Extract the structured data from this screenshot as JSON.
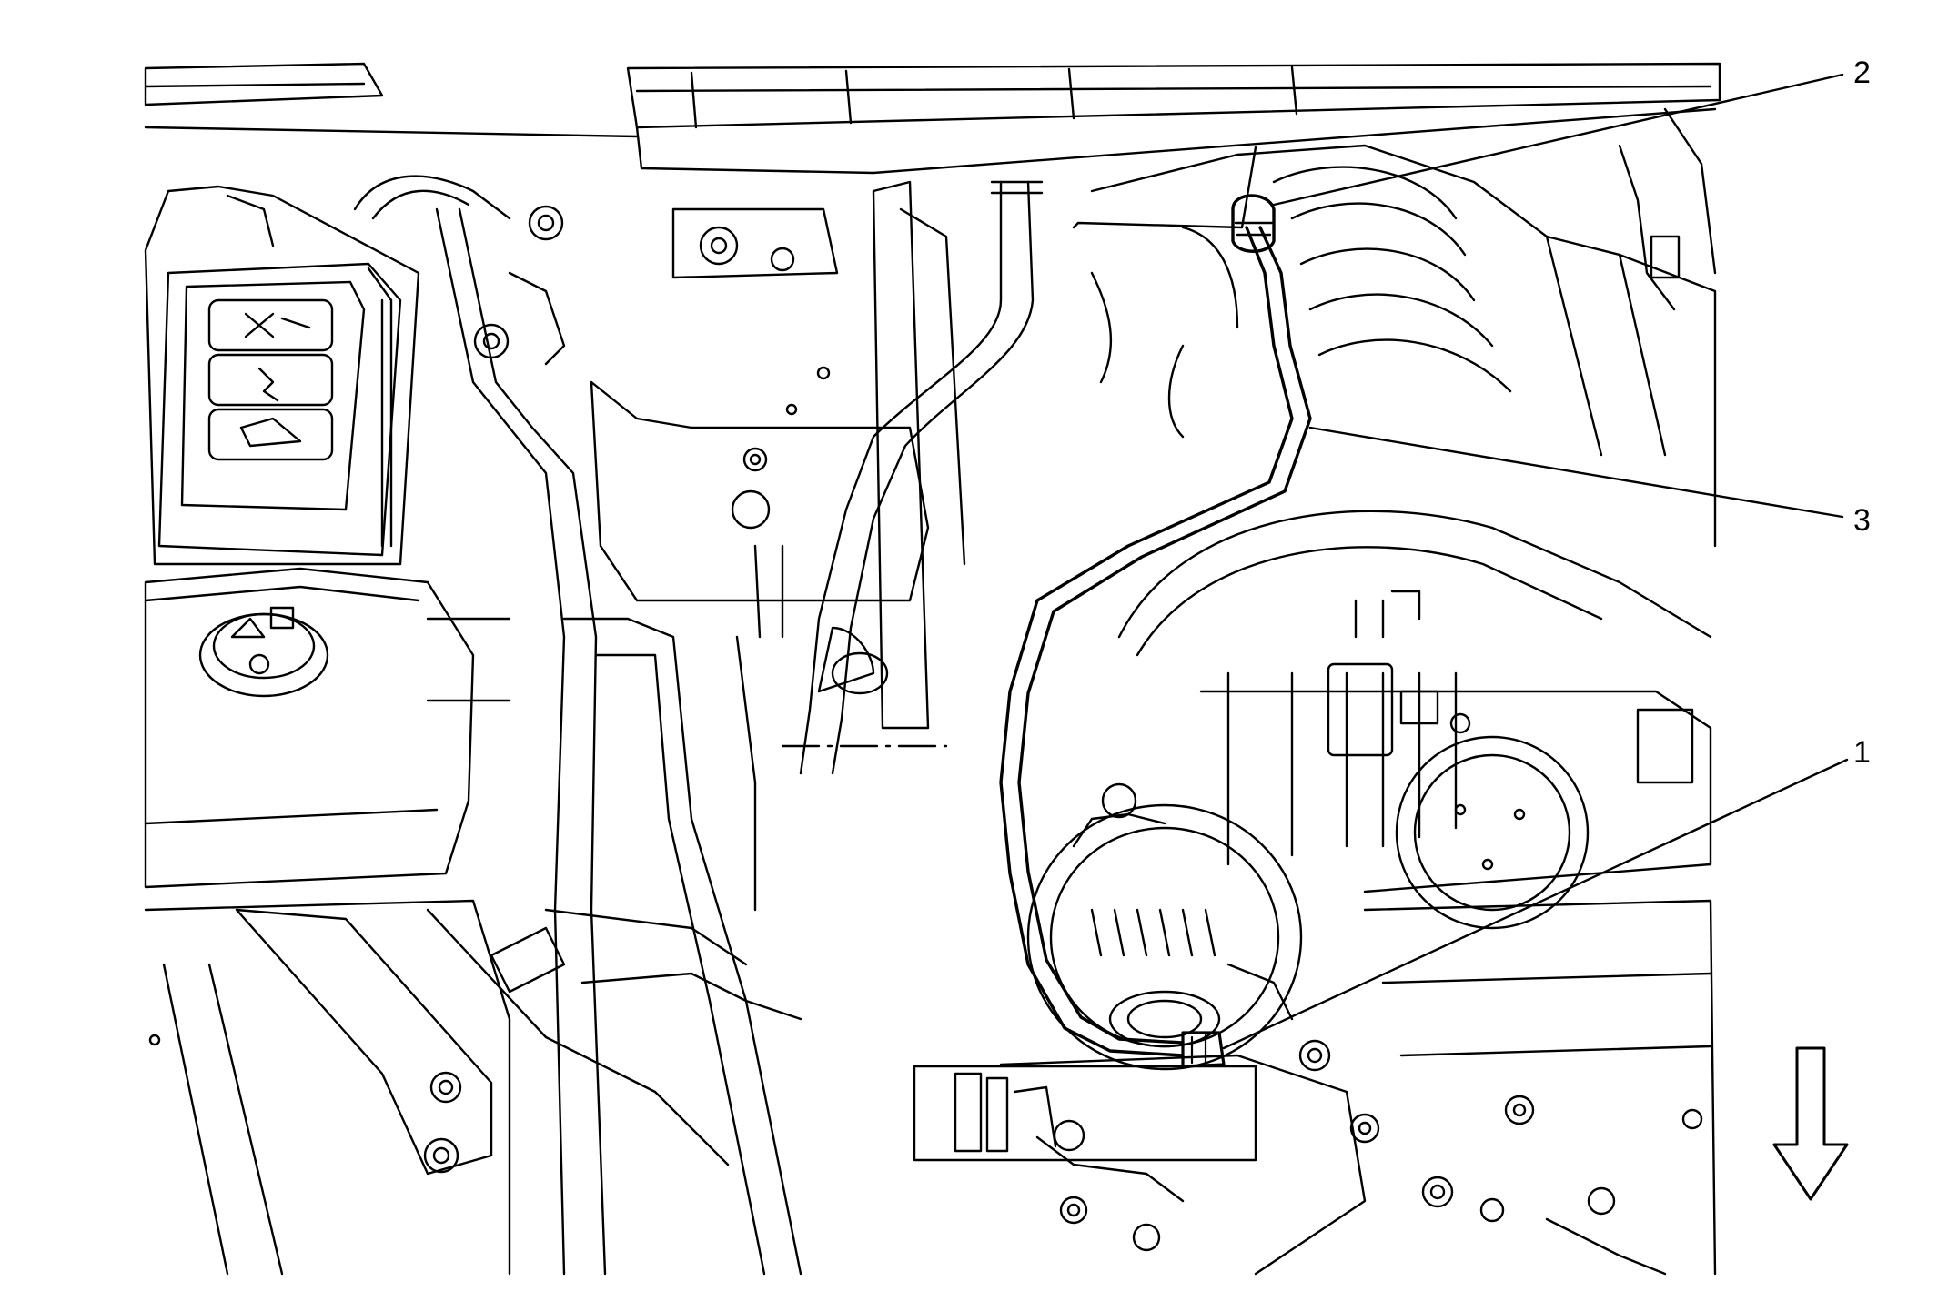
{
  "diagram": {
    "callouts": [
      {
        "id": "1",
        "label": "1"
      },
      {
        "id": "2",
        "label": "2"
      },
      {
        "id": "3",
        "label": "3"
      }
    ],
    "direction_arrow": {
      "orientation": "down"
    },
    "colors": {
      "line": "#000000",
      "background": "#ffffff"
    }
  }
}
